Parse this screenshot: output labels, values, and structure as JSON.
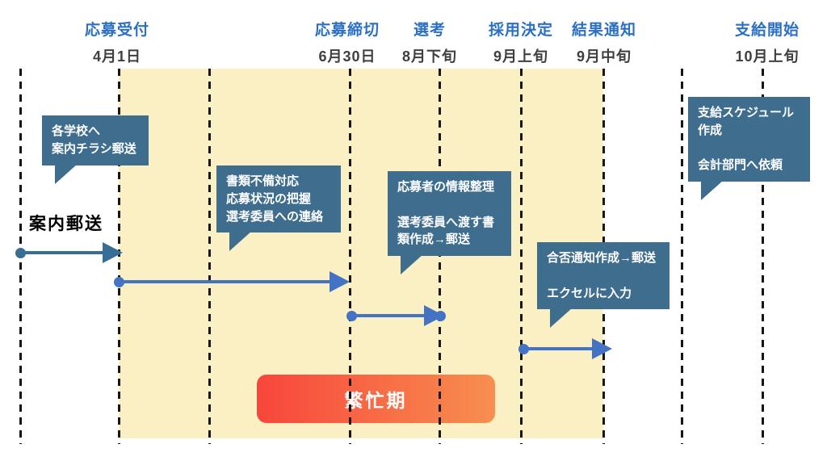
{
  "milestones": [
    {
      "label": "応募受付",
      "date": "4月1日"
    },
    {
      "label": "応募締切",
      "date": "6月30日"
    },
    {
      "label": "選考",
      "date": "8月下旬"
    },
    {
      "label": "採用決定",
      "date": "9月上旬"
    },
    {
      "label": "結果通知",
      "date": "9月中旬"
    },
    {
      "label": "支給開始",
      "date": "10月上旬"
    }
  ],
  "row_label": "案内郵送",
  "callouts": [
    {
      "text": "各学校へ\n案内チラシ郵送"
    },
    {
      "text": "書類不備対応\n応募状況の把握\n選考委員への連絡"
    },
    {
      "text": "応募者の情報整理\n\n選考委員へ渡す書\n類作成→郵送"
    },
    {
      "text": "合否通知作成→郵送\n\nエクセルに入力"
    },
    {
      "text": "支給スケジュール\n作成\n\n会計部門へ依頼"
    }
  ],
  "busy_label": "繁忙期",
  "colors": {
    "milestone_label_blue": "#2B70C5",
    "milestone_date_gray": "#3F3F3F",
    "band_cream": "#FBF0C4",
    "callout_steel_blue": "#3E6D8E",
    "arrow_blue": "#4472C4",
    "arrow_steel": "#386D96",
    "busy_gradient_start": "#F8463C",
    "busy_gradient_end": "#F78F4F",
    "dashed_line": "#161616"
  }
}
